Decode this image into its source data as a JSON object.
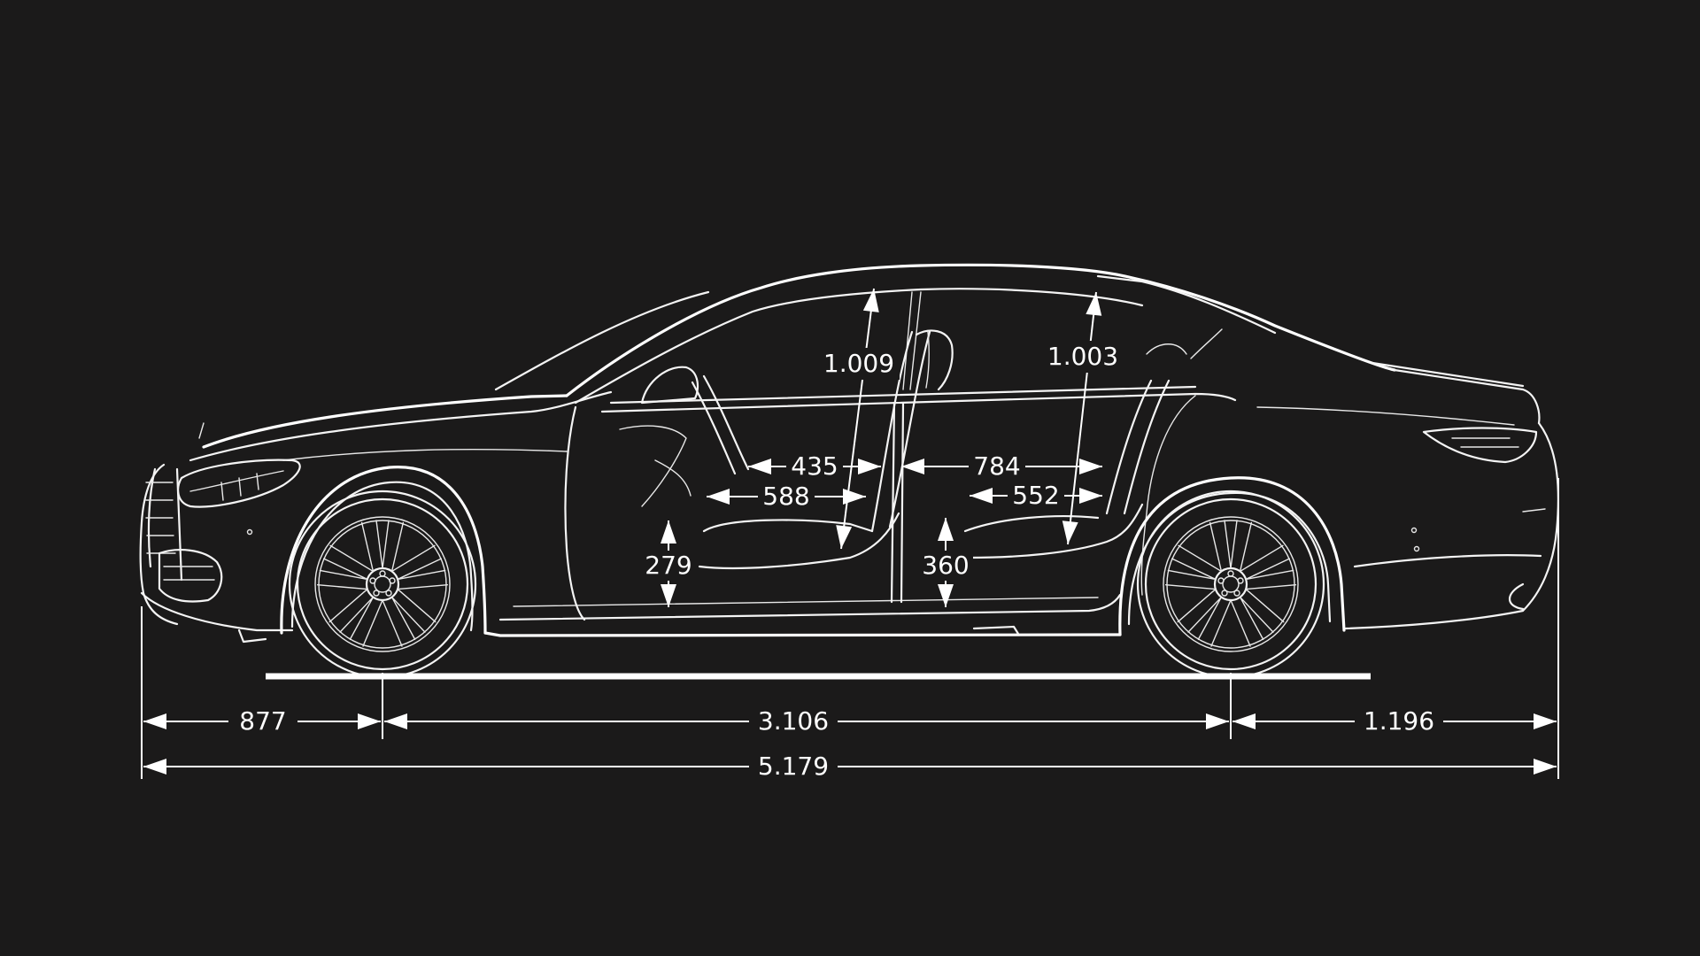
{
  "colors": {
    "background": "#1b1a1a",
    "line": "#ffffff"
  },
  "dimensions": {
    "front_overhang": "877",
    "wheelbase": "3.106",
    "rear_overhang": "1.196",
    "overall_length": "5.179",
    "front_headroom": "1.009",
    "rear_headroom": "1.003",
    "front_seat_depth_upper": "435",
    "front_seat_depth_lower": "588",
    "rear_legroom_upper": "784",
    "rear_legroom_lower": "552",
    "front_seat_height": "279",
    "rear_seat_height": "360"
  }
}
